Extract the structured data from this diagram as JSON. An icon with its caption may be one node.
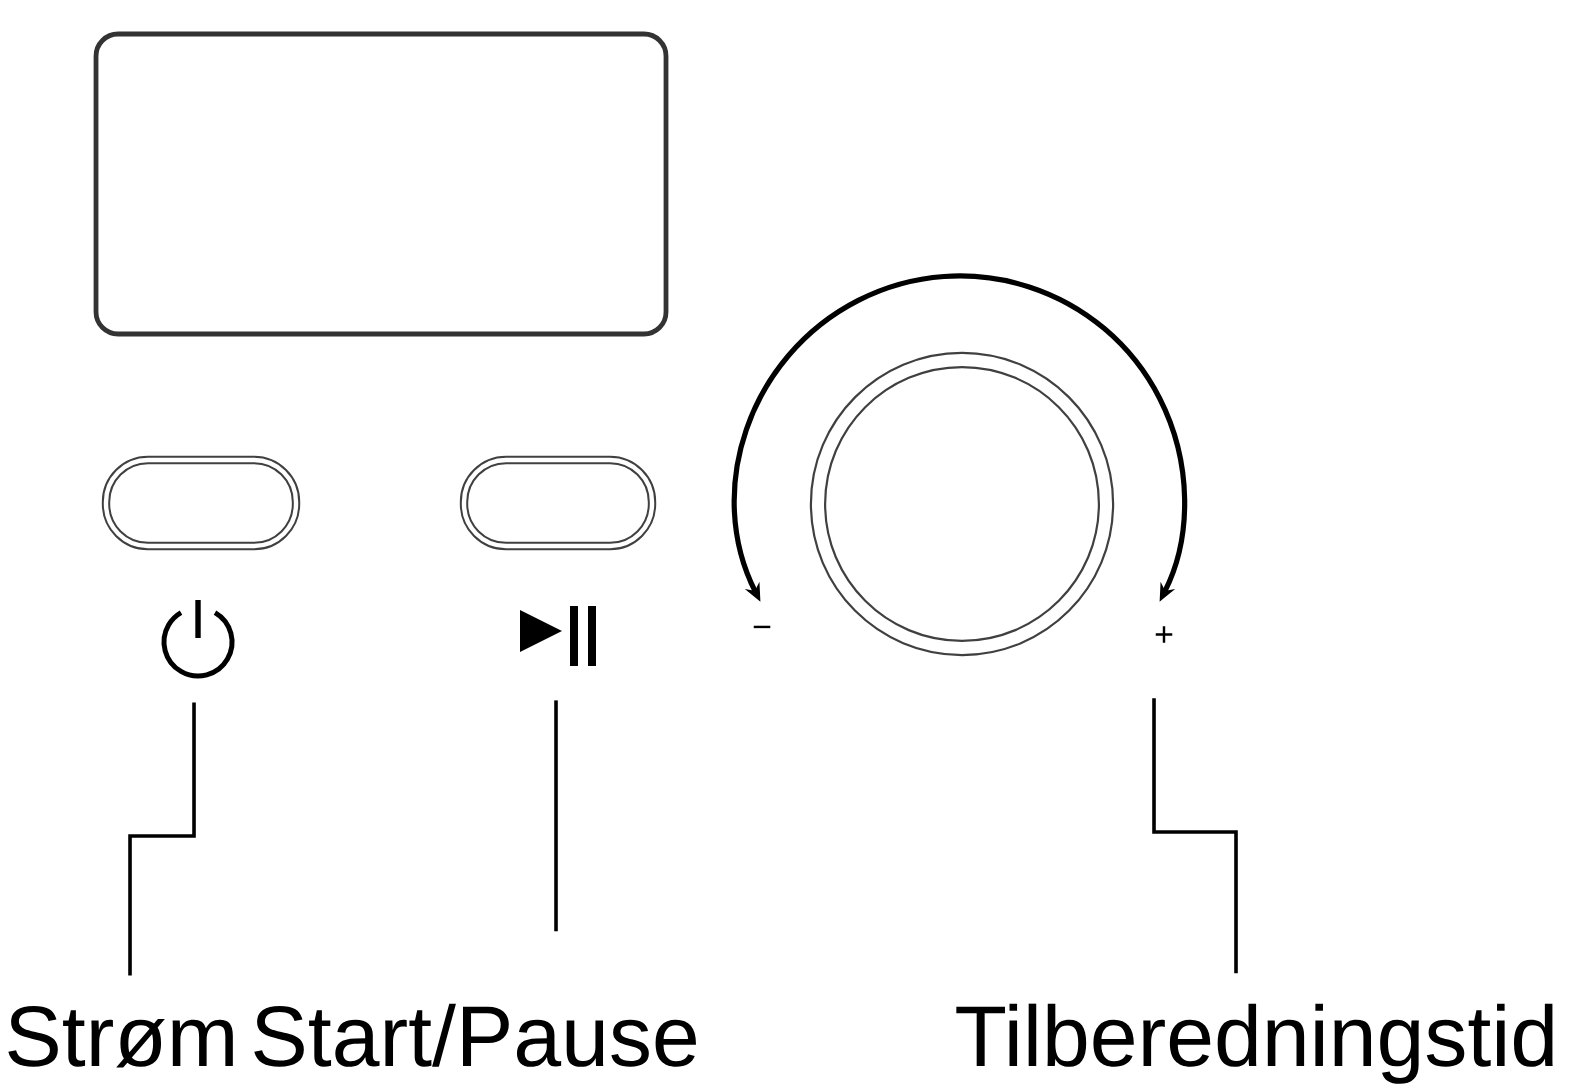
{
  "diagram": {
    "nodes": [
      {
        "text": [],
        "shape": "box"
      },
      {
        "text": [],
        "shape": "button"
      },
      {
        "text": [],
        "shape": "button"
      },
      {
        "text": [],
        "shape": "circle"
      },
      {
        "text": [],
        "shape": "picture"
      },
      {
        "text": [],
        "shape": "picture"
      },
      {
        "text": [
          "+"
        ]
      },
      {
        "text": [
          "Strøm"
        ]
      },
      {
        "text": [
          "Start/Pause"
        ]
      },
      {
        "text": [
          "Tilberedningstid"
        ]
      }
    ],
    "edges": [
      {
        "from": 7,
        "to": 4,
        "arrow": "none"
      },
      {
        "from": 8,
        "to": 5,
        "arrow": "none"
      },
      {
        "from": 9,
        "to": 6,
        "arrow": "none"
      }
    ],
    "labels": [
      "−"
    ]
  }
}
